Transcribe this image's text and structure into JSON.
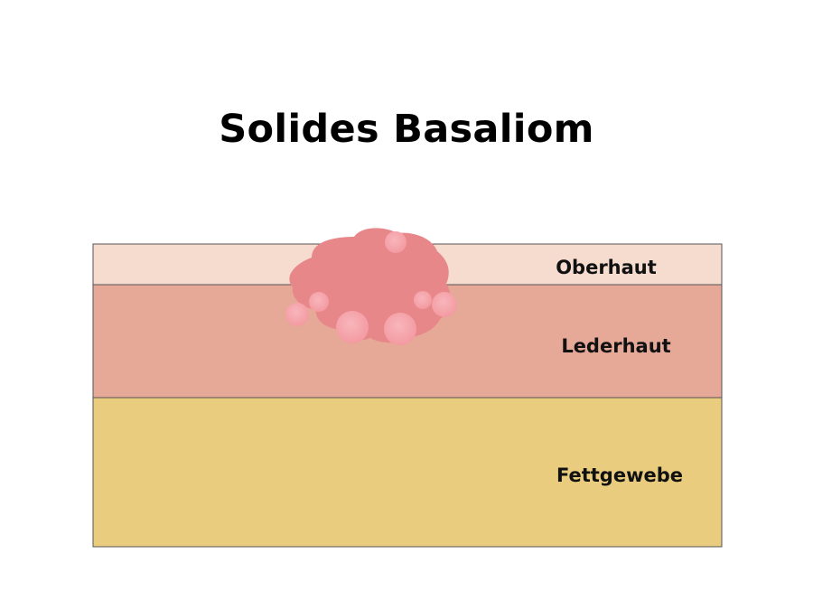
{
  "title": "Solides Basaliom",
  "layers": [
    {
      "label": "Oberhaut",
      "color": "#f5dccf"
    },
    {
      "label": "Lederhaut",
      "color": "#e6a897"
    },
    {
      "label": "Fettgewebe",
      "color": "#e9cc7d"
    }
  ],
  "tumor_color": "#e8878a",
  "nodule_color": "#f5a0a6"
}
